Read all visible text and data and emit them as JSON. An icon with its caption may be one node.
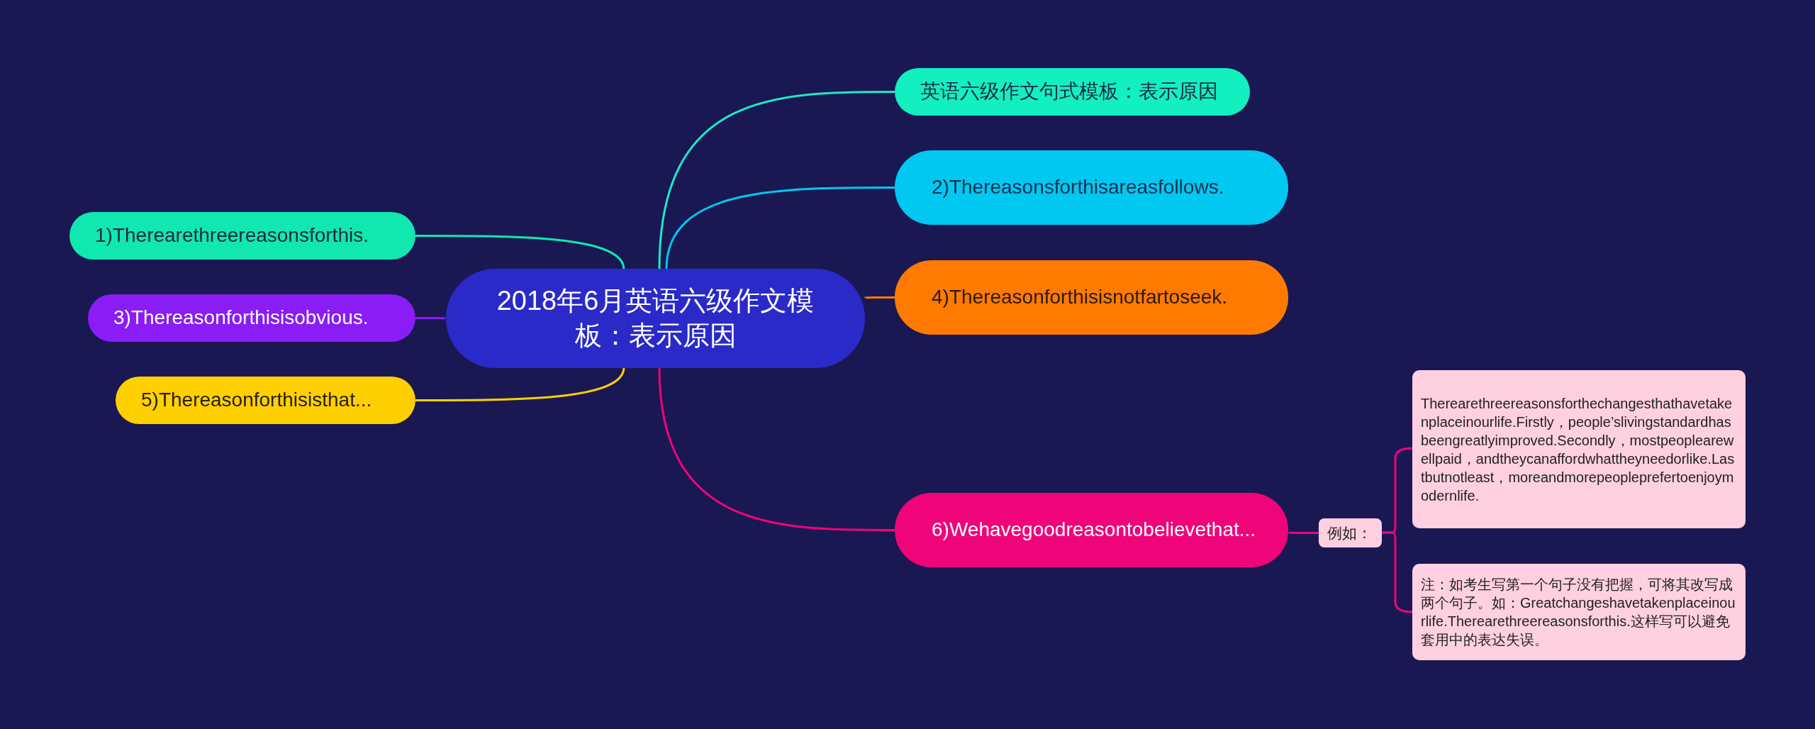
{
  "diagram": {
    "nodes": [
      {
        "text": [
          "2018年6月英语六级作文模板：表示原因"
        ]
      },
      {
        "text": [
          "英语六级作文句式模板：表示原因"
        ]
      },
      {
        "text": [
          "2)Thereasonsforthisareasfollows."
        ]
      },
      {
        "text": [
          "1)Therearethreereasonsforthis."
        ]
      },
      {
        "text": [
          "4)Thereasonforthisisnotfartoseek."
        ]
      },
      {
        "text": [
          "3)Thereasonforthisisobvious."
        ]
      },
      {
        "text": [
          "5)Thereasonforthisisthat..."
        ]
      },
      {
        "text": [
          "6)Wehavegoodreasontobelievethat..."
        ]
      },
      {
        "text": [
          "例如："
        ]
      },
      {
        "text": [
          "Therearethreereasonsforthechangesthathavetakenplaceinourlife.Firstly，people’slivingstandardhasbeengreatlyimproved.Secondly，mostpeoplearewellpaid，andtheycanaffordwhattheyneedorlike.Lastbutnotleast，moreandmorepeopleprefertoenjoymodernlife."
        ]
      },
      {
        "text": [
          "注：如考生写第一个句子没有把握，可将其改写成两个句子。如：Greatchangeshavetakenplaceinourlife.Therearethreereasonsforthis.这样写可以避免套用中的表达失误。"
        ]
      }
    ],
    "edges": [
      {
        "from": 0,
        "to": 1,
        "arrow": "none",
        "color": "#1de9c6"
      },
      {
        "from": 0,
        "to": 2,
        "arrow": "none",
        "color": "#00c8f0"
      },
      {
        "from": 0,
        "to": 3,
        "arrow": "none",
        "color": "#10e8b0"
      },
      {
        "from": 0,
        "to": 4,
        "arrow": "none",
        "color": "#ff7a00"
      },
      {
        "from": 0,
        "to": 5,
        "arrow": "none",
        "color": "#8a1cf5"
      },
      {
        "from": 0,
        "to": 6,
        "arrow": "none",
        "color": "#ffd000"
      },
      {
        "from": 0,
        "to": 7,
        "arrow": "none",
        "color": "#f0047a"
      },
      {
        "from": 7,
        "to": 8,
        "arrow": "none",
        "color": "#f0047a"
      },
      {
        "from": 8,
        "to": 9,
        "arrow": "none",
        "color": "#f0047a"
      },
      {
        "from": 8,
        "to": 10,
        "arrow": "none",
        "color": "#f0047a"
      }
    ]
  }
}
